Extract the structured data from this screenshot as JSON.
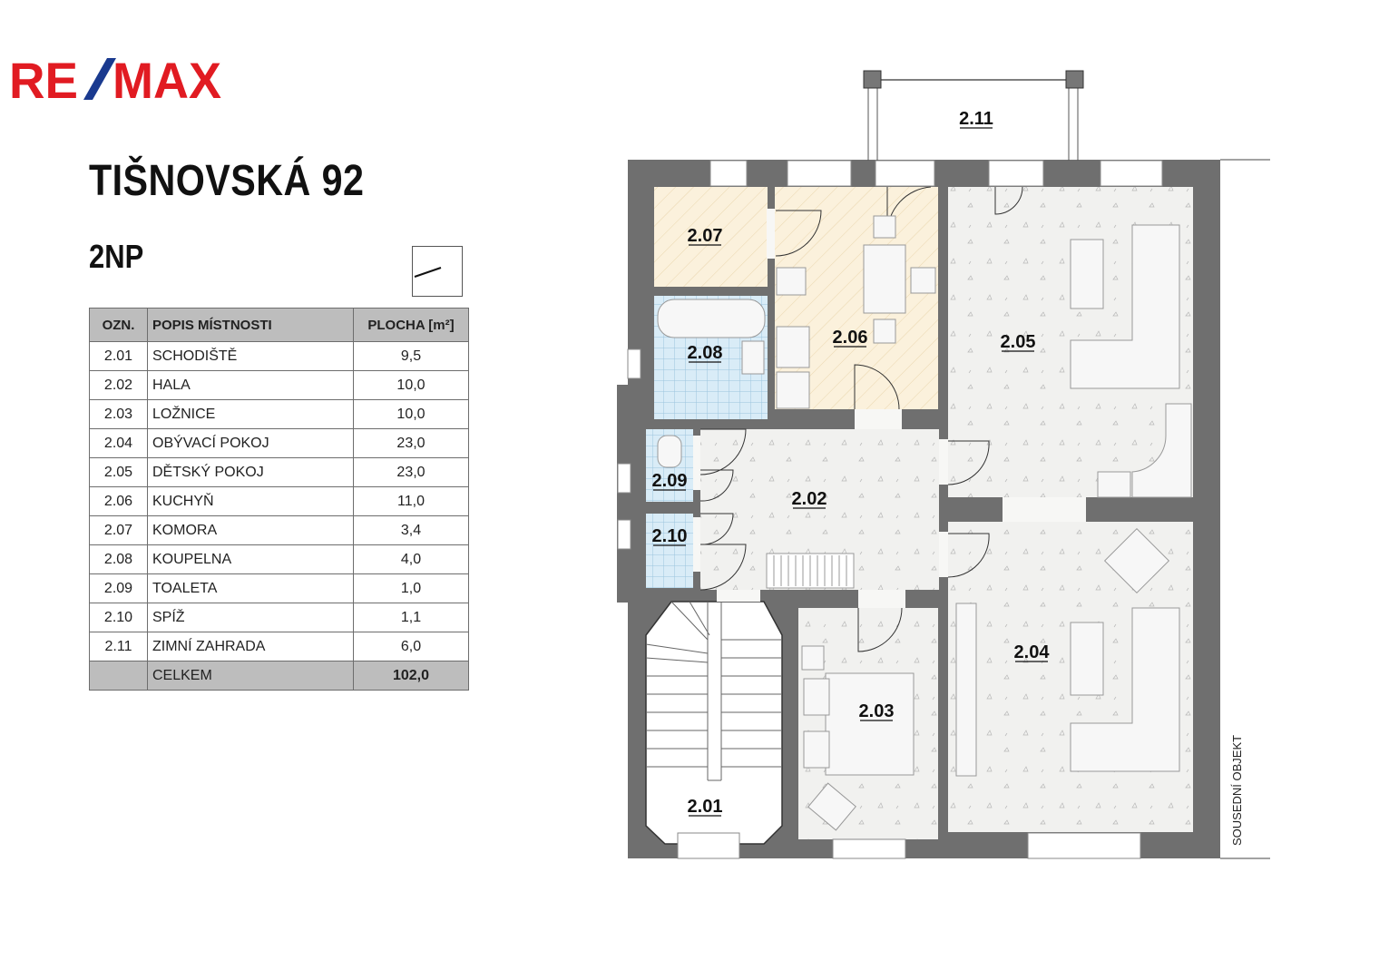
{
  "logo": {
    "text": "RE/MAX",
    "colors": {
      "red": "#e11b22",
      "blue": "#1a3a8f"
    }
  },
  "title": "TIŠNOVSKÁ 92",
  "floor": "2NP",
  "table": {
    "headers": {
      "code": "OZN.",
      "desc": "POPIS MÍSTNOSTI",
      "area": "PLOCHA [m²]"
    },
    "rows": [
      {
        "code": "2.01",
        "desc": "SCHODIŠTĚ",
        "area": "9,5"
      },
      {
        "code": "2.02",
        "desc": "HALA",
        "area": "10,0"
      },
      {
        "code": "2.03",
        "desc": "LOŽNICE",
        "area": "10,0"
      },
      {
        "code": "2.04",
        "desc": "OBÝVACÍ POKOJ",
        "area": "23,0"
      },
      {
        "code": "2.05",
        "desc": "DĚTSKÝ POKOJ",
        "area": "23,0"
      },
      {
        "code": "2.06",
        "desc": "KUCHYŇ",
        "area": "11,0"
      },
      {
        "code": "2.07",
        "desc": "KOMORA",
        "area": "3,4"
      },
      {
        "code": "2.08",
        "desc": "KOUPELNA",
        "area": "4,0"
      },
      {
        "code": "2.09",
        "desc": "TOALETA",
        "area": "1,0"
      },
      {
        "code": "2.10",
        "desc": "SPÍŽ",
        "area": "1,1"
      },
      {
        "code": "2.11",
        "desc": "ZIMNÍ ZAHRADA",
        "area": "6,0"
      }
    ],
    "total": {
      "code": "",
      "desc": "CELKEM",
      "area": "102,0"
    }
  },
  "plan": {
    "labels": {
      "r201": "2.01",
      "r202": "2.02",
      "r203": "2.03",
      "r204": "2.04",
      "r205": "2.05",
      "r206": "2.06",
      "r207": "2.07",
      "r208": "2.08",
      "r209": "2.09",
      "r210": "2.10",
      "r211": "2.11"
    },
    "neighbour": "SOUSEDNÍ OBJEKT",
    "colors": {
      "wall": "#6f6f6f",
      "floor": "#f1f1ef",
      "wood": "#fbf1dc",
      "tile": "#d9ecf7"
    }
  }
}
